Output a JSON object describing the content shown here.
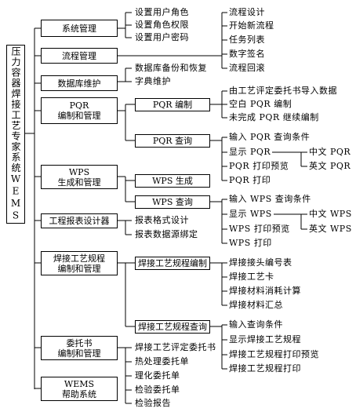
{
  "system_title": "压力容器焊接工艺专家系统WEMS",
  "colors": {
    "line": "#000000",
    "background": "#ffffff"
  },
  "system_mgmt": {
    "label": "系统管理",
    "items": [
      "设置用户角色",
      "设置角色权限",
      "设置用户密码"
    ]
  },
  "workflow_mgmt": {
    "label": "流程管理",
    "items": [
      "流程设计",
      "开始新流程",
      "任务列表",
      "数字签名",
      "流程回滚"
    ]
  },
  "database_maint": {
    "label": "数据库维护",
    "items": [
      "数据库备份和恢复",
      "字典维护"
    ]
  },
  "pqr": {
    "label_line1": "PQR",
    "label_line2": "编制和管理",
    "compile": {
      "label": "PQR 编制",
      "items": [
        "由工艺评定委托书导入数据",
        "空白 PQR 编制",
        "未完成 PQR 继续编制"
      ]
    },
    "query": {
      "label": "PQR 查询",
      "items": [
        "输入 PQR 查询条件",
        "显示 PQR",
        "PQR 打印预览",
        "PQR 打印"
      ],
      "display_options": [
        "中文 PQR",
        "英文 PQR"
      ]
    }
  },
  "wps": {
    "label_line1": "WPS",
    "label_line2": "生成和管理",
    "generate": {
      "label": "WPS 生成"
    },
    "query": {
      "label": "WPS 查询",
      "items": [
        "输入 WPS 查询条件",
        "显示 WPS",
        "WPS 打印预览",
        "WPS 打印"
      ],
      "display_options": [
        "中文 WPS",
        "英文 WPS"
      ]
    }
  },
  "report_designer": {
    "label": "工程报表设计器",
    "items": [
      "报表格式设计",
      "报表数据源绑定"
    ]
  },
  "welding_procedure": {
    "label_line1": "焊接工艺规程",
    "label_line2": "编制和管理",
    "compile": {
      "label": "焊接工艺规程编制",
      "items": [
        "焊接接头编号表",
        "焊接工艺卡",
        "焊接材料消耗计算",
        "焊接材料汇总"
      ]
    },
    "query": {
      "label": "焊接工艺规程查询",
      "items": [
        "输入查询条件",
        "显示焊接工艺规程",
        "焊接工艺规程打印预览",
        "焊接工艺规程打印"
      ]
    }
  },
  "commission": {
    "label_line1": "委托书",
    "label_line2": "编制和管理",
    "items": [
      "焊接工艺评定委托书",
      "热处理委托单",
      "理化委托单",
      "检验委托单",
      "检验报告"
    ]
  },
  "help": {
    "label_line1": "WEMS",
    "label_line2": "帮助系统"
  }
}
